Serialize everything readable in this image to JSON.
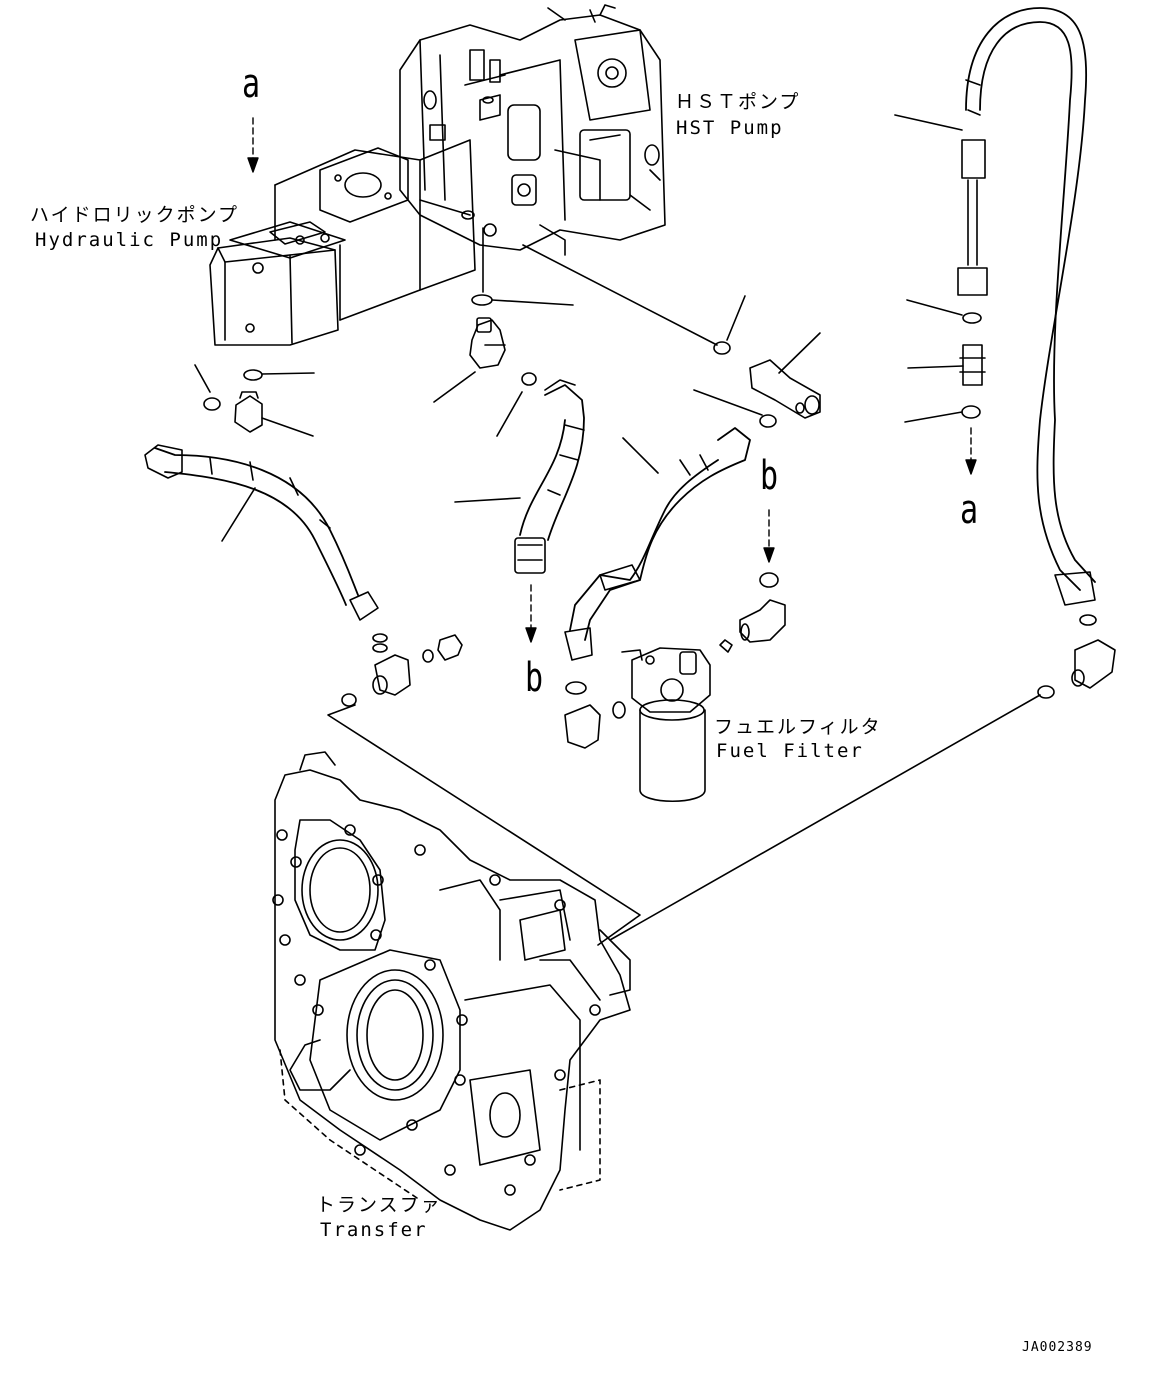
{
  "labels": {
    "hst_pump_jp": "ＨＳＴポンプ",
    "hst_pump_en": "HST Pump",
    "hydraulic_pump_jp": "ハイドロリックポンプ",
    "hydraulic_pump_en": "Hydraulic Pump",
    "fuel_filter_jp": "フュエルフィルタ",
    "fuel_filter_en": "Fuel Filter",
    "transfer_jp": "トランスファ",
    "transfer_en": "Transfer"
  },
  "callouts": {
    "a_top": "a",
    "a_right": "a",
    "b_center": "b",
    "b_right": "b"
  },
  "drawing_code": "JA002389",
  "colors": {
    "line": "#000000",
    "background": "#ffffff"
  }
}
